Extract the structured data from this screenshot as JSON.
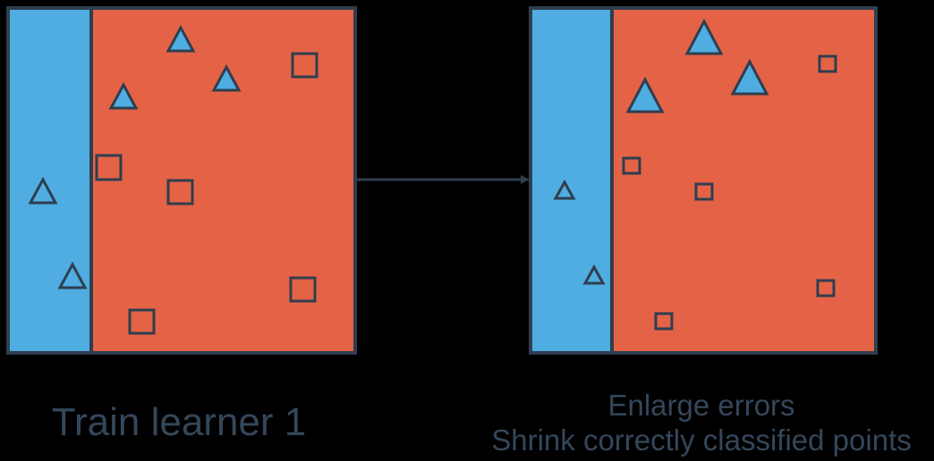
{
  "left_caption": "Train learner 1",
  "right_caption": {
    "line1": "Enlarge errors",
    "line2": "Shrink correctly classified points"
  },
  "colors": {
    "background": "#000000",
    "blue_region": "#4fade2",
    "red_region": "#e46347",
    "outline": "#2f3e4e",
    "text": "#34475a"
  }
}
